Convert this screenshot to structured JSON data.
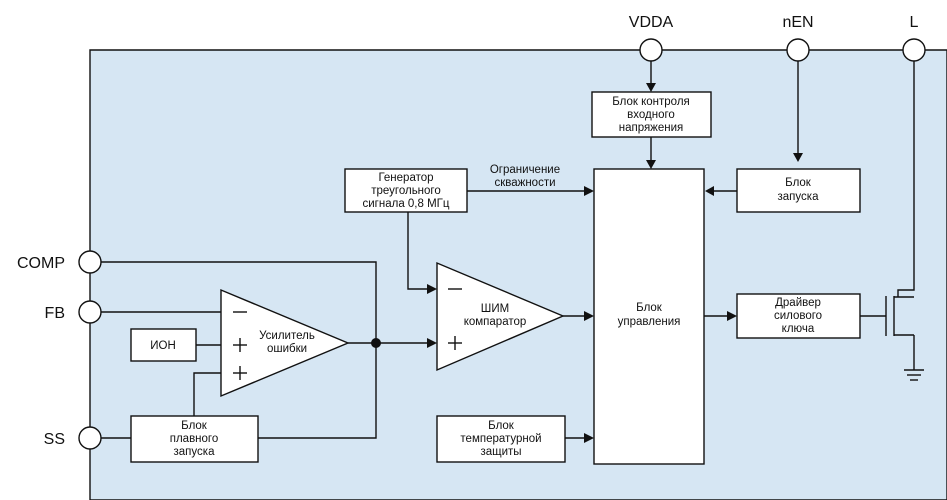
{
  "colors": {
    "panel": "#d6e6f3",
    "line": "#111111",
    "block_fill": "#ffffff"
  },
  "pins": {
    "vdda": "VDDA",
    "nen": "nEN",
    "l": "L",
    "comp": "COMP",
    "fb": "FB",
    "ss": "SS"
  },
  "blocks": {
    "vin_monitor": [
      "Блок контроля",
      "входного",
      "напряжения"
    ],
    "generator": [
      "Генератор",
      "треугольного",
      "сигнала 0,8 МГц"
    ],
    "start": [
      "Блок",
      "запуска"
    ],
    "control": [
      "Блок",
      "управления"
    ],
    "driver": [
      "Драйвер",
      "силового",
      "ключа"
    ],
    "ion": [
      "ИОН"
    ],
    "soft_start": [
      "Блок",
      "плавного",
      "запуска"
    ],
    "thermal": [
      "Блок",
      "температурной",
      "защиты"
    ]
  },
  "amplifiers": {
    "error_amp": [
      "Усилитель",
      "ошибки"
    ],
    "pwm_comp": [
      "ШИМ",
      "компаратор"
    ]
  },
  "signals": {
    "duty_limit": [
      "Ограничение",
      "скважности"
    ]
  }
}
